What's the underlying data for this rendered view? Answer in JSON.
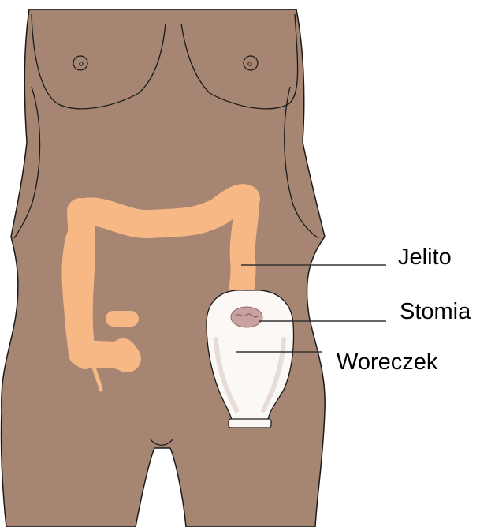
{
  "labels": {
    "intestine": "Jelito",
    "stoma": "Stomia",
    "pouch": "Woreczek"
  },
  "colors": {
    "skin": "#a68572",
    "outline": "#1a1a1a",
    "intestine": "#f7b886",
    "pouch_fill": "#fbf8f5",
    "pouch_shade": "#e8ddd6",
    "stoma": "#c9a2a0",
    "leader_line": "#333333",
    "label_text": "#000000"
  }
}
